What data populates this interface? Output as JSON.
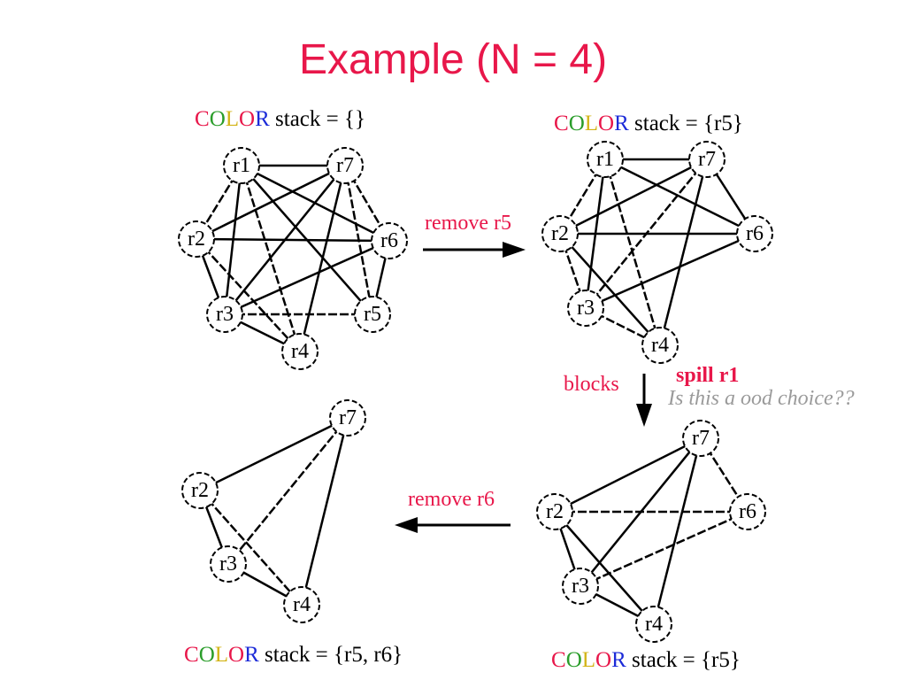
{
  "title": "Example (N = 4)",
  "stack_word": [
    "C",
    "O",
    "L",
    "O",
    "R"
  ],
  "stack_labels": {
    "g1": " stack = {}",
    "g2": " stack = {r5}",
    "g3": " stack = {r5}",
    "g4": " stack = {r5, r6}"
  },
  "captions": {
    "remove_r5": "remove r5",
    "blocks": "blocks",
    "spill": "spill r1",
    "question": "Is this a ood choice??",
    "remove_r6": "remove r6"
  },
  "graphs": [
    {
      "id": "g1",
      "nodes": [
        "r1",
        "r7",
        "r2",
        "r6",
        "r3",
        "r5",
        "r4"
      ],
      "edges": [
        [
          "r1",
          "r7"
        ],
        [
          "r1",
          "r2"
        ],
        [
          "r1",
          "r6"
        ],
        [
          "r1",
          "r3"
        ],
        [
          "r1",
          "r4"
        ],
        [
          "r1",
          "r5"
        ],
        [
          "r7",
          "r2"
        ],
        [
          "r7",
          "r6"
        ],
        [
          "r7",
          "r3"
        ],
        [
          "r7",
          "r4"
        ],
        [
          "r7",
          "r5"
        ],
        [
          "r2",
          "r6"
        ],
        [
          "r2",
          "r3"
        ],
        [
          "r2",
          "r4"
        ],
        [
          "r6",
          "r3"
        ],
        [
          "r6",
          "r5"
        ],
        [
          "r3",
          "r5"
        ],
        [
          "r3",
          "r4"
        ]
      ]
    },
    {
      "id": "g2",
      "nodes": [
        "r1",
        "r7",
        "r2",
        "r6",
        "r3",
        "r4"
      ],
      "edges": [
        [
          "r1",
          "r7"
        ],
        [
          "r1",
          "r2"
        ],
        [
          "r1",
          "r6"
        ],
        [
          "r1",
          "r3"
        ],
        [
          "r1",
          "r4"
        ],
        [
          "r7",
          "r2"
        ],
        [
          "r7",
          "r6"
        ],
        [
          "r7",
          "r3"
        ],
        [
          "r7",
          "r4"
        ],
        [
          "r2",
          "r6"
        ],
        [
          "r2",
          "r3"
        ],
        [
          "r2",
          "r4"
        ],
        [
          "r6",
          "r3"
        ],
        [
          "r3",
          "r4"
        ]
      ]
    },
    {
      "id": "g3",
      "nodes": [
        "r7",
        "r2",
        "r6",
        "r3",
        "r4"
      ],
      "edges": [
        [
          "r7",
          "r2"
        ],
        [
          "r7",
          "r6"
        ],
        [
          "r7",
          "r3"
        ],
        [
          "r7",
          "r4"
        ],
        [
          "r2",
          "r6"
        ],
        [
          "r2",
          "r3"
        ],
        [
          "r2",
          "r4"
        ],
        [
          "r6",
          "r3"
        ],
        [
          "r3",
          "r4"
        ]
      ]
    },
    {
      "id": "g4",
      "nodes": [
        "r7",
        "r2",
        "r3",
        "r4"
      ],
      "edges": [
        [
          "r7",
          "r2"
        ],
        [
          "r7",
          "r3"
        ],
        [
          "r7",
          "r4"
        ],
        [
          "r2",
          "r3"
        ],
        [
          "r2",
          "r4"
        ],
        [
          "r3",
          "r4"
        ]
      ]
    }
  ]
}
